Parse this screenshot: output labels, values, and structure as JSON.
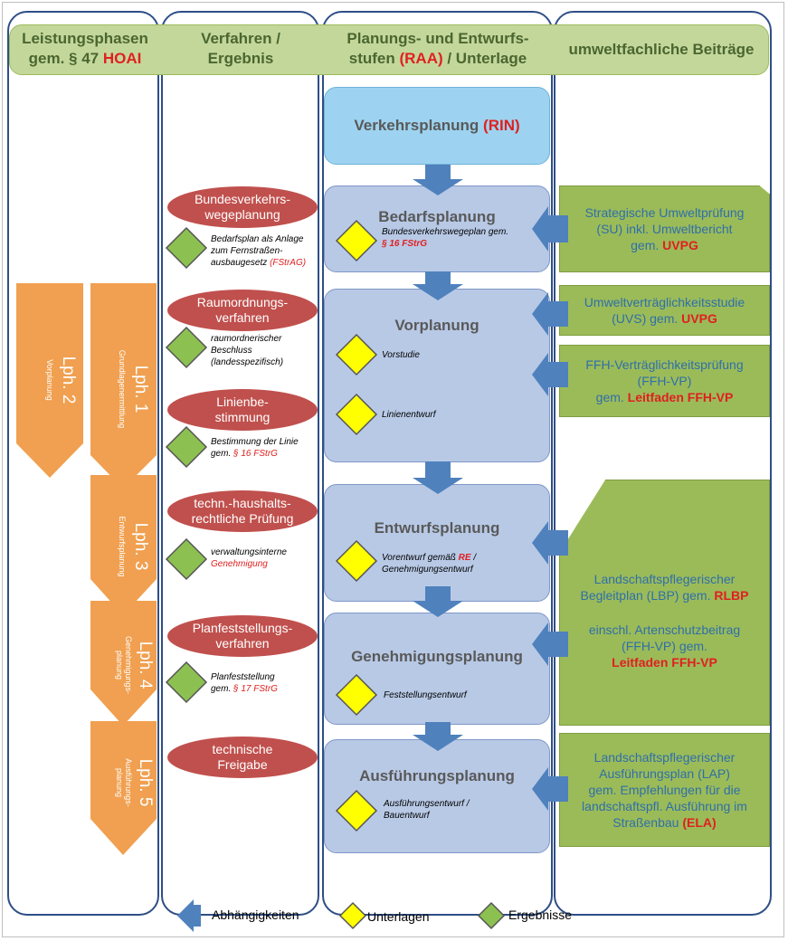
{
  "headers": {
    "col1_line1": "Leistungsphasen",
    "col1_line2_prefix": "gem. § 47 ",
    "col1_line2_red": "HOAI",
    "col2_line1": "Verfahren /",
    "col2_line2": "Ergebnis",
    "col3_line1": "Planungs- und Entwurfs-",
    "col3_line2_prefix": "stufen ",
    "col3_line2_red": "(RAA)",
    "col3_line2_suffix": " / Unterlage",
    "col4": "umweltfachliche Beiträge"
  },
  "phases": {
    "lph2_title": "Lph. 2",
    "lph2_sub": "Vorplanung",
    "lph1_title": "Lph. 1",
    "lph1_sub": "Grundlagenermittlung",
    "lph3_title": "Lph. 3",
    "lph3_sub": "Entwurfsplanung",
    "lph4_title": "Lph. 4",
    "lph4_sub1": "Genehmigungs-",
    "lph4_sub2": "planung",
    "lph5_title": "Lph. 5",
    "lph5_sub1": "Ausführungs-",
    "lph5_sub2": "planung"
  },
  "procedures": [
    {
      "line1": "Bundesverkehrs-",
      "line2": "wegeplanung",
      "result1": "Bedarfsplan als Anlage",
      "result2": "zum Fernstraßen-",
      "result3": "ausbaugesetz ",
      "result3_red": "(FStrAG)"
    },
    {
      "line1": "Raumordnungs-",
      "line2": "verfahren",
      "result1": "raumordnerischer",
      "result2": "Beschluss",
      "result3": "(landesspezifisch)"
    },
    {
      "line1": "Linienbe-",
      "line2": "stimmung",
      "result1": "Bestimmung der Linie",
      "result2": "gem. ",
      "result2_red": "§ 16 FStrG"
    },
    {
      "line1": "techn.-haushalts-",
      "line2": "rechtliche Prüfung",
      "result1": "verwaltungsinterne",
      "result2_red": "Genehmigung"
    },
    {
      "line1": "Planfeststellungs-",
      "line2": "verfahren",
      "result1": "Planfeststellung",
      "result2": "gem. ",
      "result2_red": "§ 17 FStrG"
    },
    {
      "line1": "technische",
      "line2": "Freigabe"
    }
  ],
  "stages": {
    "verkehr_prefix": "Verkehrsplanung ",
    "verkehr_red": "(RIN)",
    "bedarf": "Bedarfsplanung",
    "bedarf_doc1": "Bundesverkehrswegeplan gem.",
    "bedarf_doc2_red": "§ 16 FStrG",
    "vor": "Vorplanung",
    "vor_doc1": "Vorstudie",
    "vor_doc2": "Linienentwurf",
    "entwurf": "Entwurfsplanung",
    "entwurf_doc1_prefix": "Vorentwurf gemäß ",
    "entwurf_doc1_red": "RE",
    "entwurf_doc1_suffix": " /",
    "entwurf_doc2": "Genehmigungsentwurf",
    "genehm": "Genehmigungsplanung",
    "genehm_doc": "Feststellungsentwurf",
    "ausf": "Ausführungsplanung",
    "ausf_doc1": "Ausführungsentwurf /",
    "ausf_doc2": "Bauentwurf"
  },
  "environment": {
    "su_1": "Strategische Umweltprüfung",
    "su_2": "(SU) inkl. Umweltbericht",
    "su_3": "gem. ",
    "su_3_red": "UVPG",
    "uvs_1": "Umweltverträglichkeitsstudie",
    "uvs_2": "(UVS) gem. ",
    "uvs_2_red": "UVPG",
    "ffh_1": "FFH-Verträglichkeitsprüfung",
    "ffh_2": "(FFH-VP)",
    "ffh_3": "gem. ",
    "ffh_3_red": "Leitfaden FFH-VP",
    "lbp_1": "Landschaftspflegerischer",
    "lbp_2": "Begleitplan (LBP) gem. ",
    "lbp_2_red": "RLBP",
    "lbp_3": "einschl. Artenschutzbeitrag",
    "lbp_4": "(FFH-VP) gem.",
    "lbp_5_red": "Leitfaden FFH-VP",
    "lap_1": "Landschaftspflegerischer",
    "lap_2": "Ausführungsplan (LAP)",
    "lap_3": "gem. Empfehlungen für die",
    "lap_4": "landschaftspfl. Ausführung im",
    "lap_5": "Straßenbau ",
    "lap_5_red": "(ELA)"
  },
  "legend": {
    "dependencies": "Abhängigkeiten",
    "documents": "Unterlagen",
    "results": "Ergebnisse"
  },
  "colors": {
    "header_green": "#c4d79b",
    "stage_blue": "#b8c9e6",
    "top_stage_blue": "#9dd3f0",
    "phase_orange": "#f0a050",
    "procedure_red": "#c0504d",
    "env_green": "#9bbb59",
    "arrow_blue": "#4f81bd",
    "doc_yellow": "#ffff00",
    "result_green": "#8cc152",
    "highlight_red": "#e02020"
  }
}
